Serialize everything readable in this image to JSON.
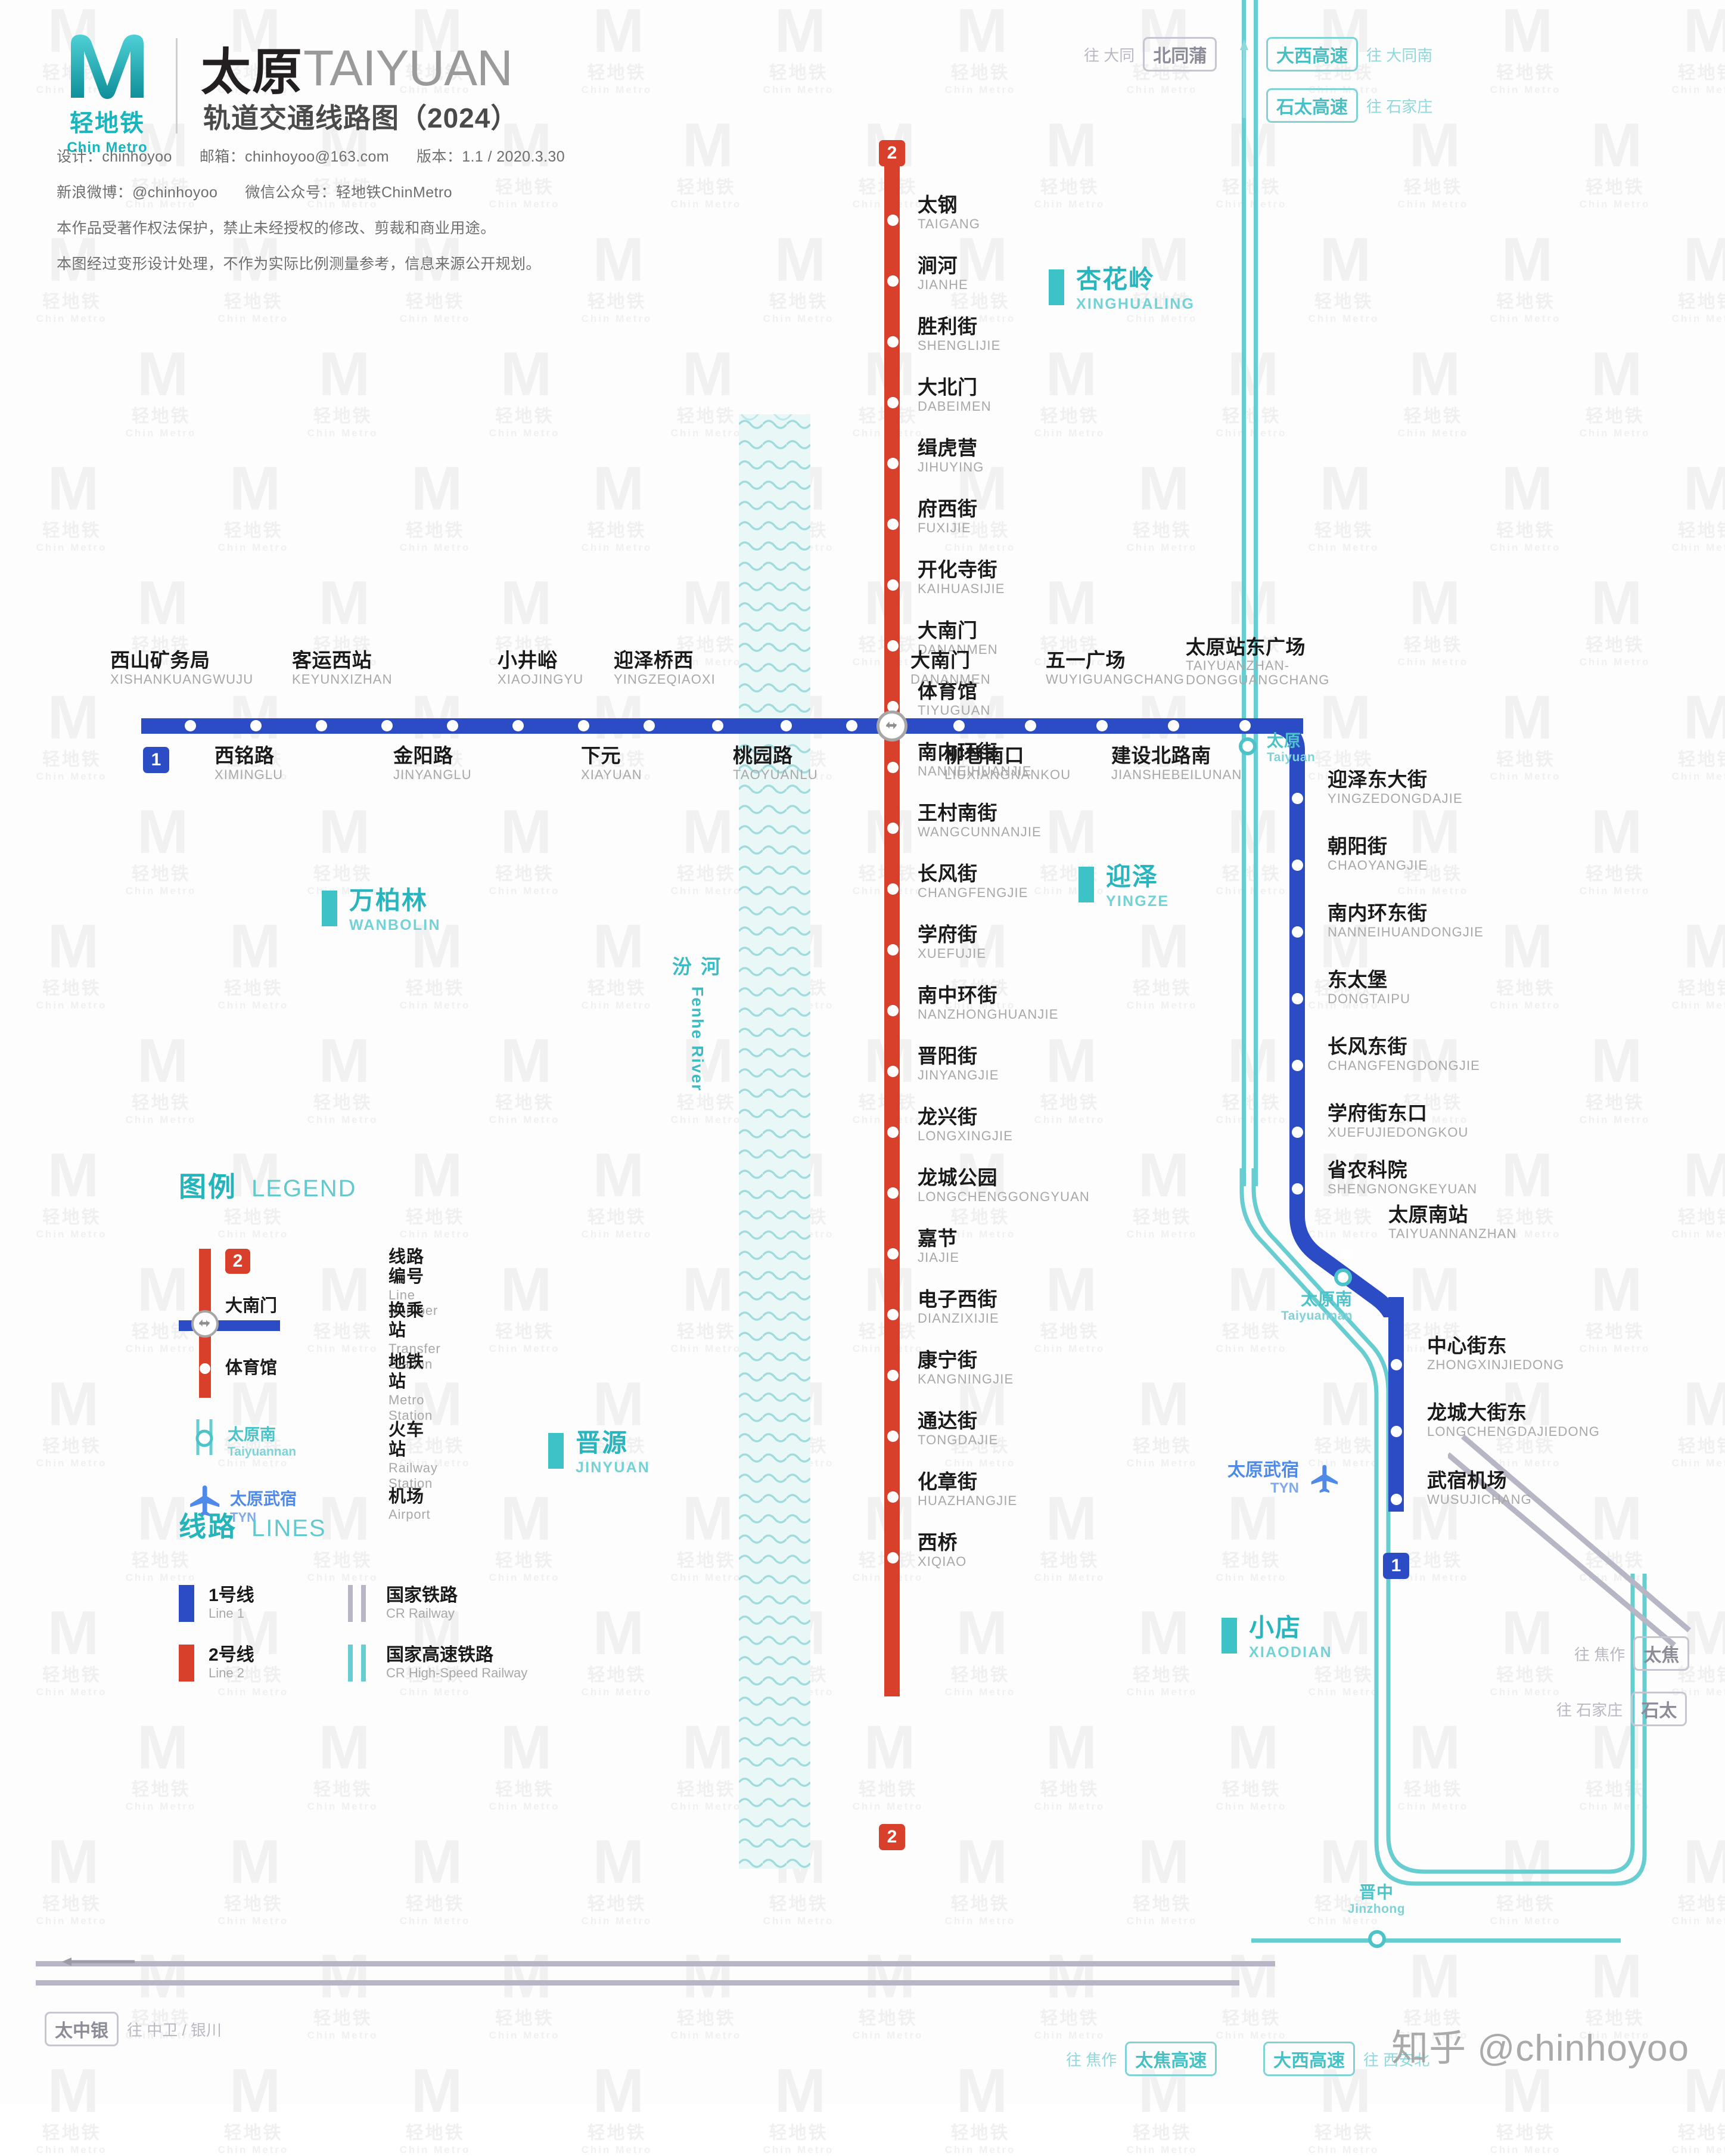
{
  "brand": {
    "logo_cn": "轻地铁",
    "logo_en": "Chin Metro"
  },
  "header": {
    "title_cn": "太原",
    "title_en": "TAIYUAN",
    "subtitle": "轨道交通线路图（2024）"
  },
  "credits": {
    "designer_label": "设计：chinhoyoo",
    "email_label": "邮箱：chinhoyoo@163.com",
    "version_label": "版本：1.1 / 2020.3.30",
    "weibo_label": "新浪微博：@chinhoyoo",
    "wechat_label": "微信公众号：轻地铁ChinMetro",
    "copyright_line": "本作品受著作权法保护，禁止未经授权的修改、剪裁和商业用途。",
    "disclaimer_line": "本图经过变形设计处理，不作为实际比例测量参考，信息来源公开规划。"
  },
  "colors": {
    "line1": "#2b4cc4",
    "line2": "#d9402b",
    "accent": "#29b5bd",
    "cr_railway": "#b6b6c4",
    "cr_highspeed": "#67cdd0"
  },
  "lines": {
    "line1_badge": "1",
    "line2_badge": "2"
  },
  "line2_stations": [
    {
      "cn": "太钢",
      "en": "TAIGANG"
    },
    {
      "cn": "涧河",
      "en": "JIANHE"
    },
    {
      "cn": "胜利街",
      "en": "SHENGLIJIE"
    },
    {
      "cn": "大北门",
      "en": "DABEIMEN"
    },
    {
      "cn": "缉虎营",
      "en": "JIHUYING"
    },
    {
      "cn": "府西街",
      "en": "FUXIJIE"
    },
    {
      "cn": "开化寺街",
      "en": "KAIHUASIJIE"
    },
    {
      "cn": "大南门",
      "en": "DANANMEN"
    },
    {
      "cn": "体育馆",
      "en": "TIYUGUAN"
    },
    {
      "cn": "南内环街",
      "en": "NANNEIHUANJIE"
    },
    {
      "cn": "王村南街",
      "en": "WANGCUNNANJIE"
    },
    {
      "cn": "长风街",
      "en": "CHANGFENGJIE"
    },
    {
      "cn": "学府街",
      "en": "XUEFUJIE"
    },
    {
      "cn": "南中环街",
      "en": "NANZHONGHUANJIE"
    },
    {
      "cn": "晋阳街",
      "en": "JINYANGJIE"
    },
    {
      "cn": "龙兴街",
      "en": "LONGXINGJIE"
    },
    {
      "cn": "龙城公园",
      "en": "LONGCHENGGONGYUAN"
    },
    {
      "cn": "嘉节",
      "en": "JIAJIE"
    },
    {
      "cn": "电子西街",
      "en": "DIANZIXIJIE"
    },
    {
      "cn": "康宁街",
      "en": "KANGNINGJIE"
    },
    {
      "cn": "通达街",
      "en": "TONGDAJIE"
    },
    {
      "cn": "化章街",
      "en": "HUAZHANGJIE"
    },
    {
      "cn": "西桥",
      "en": "XIQIAO"
    }
  ],
  "line1_above_stations": [
    {
      "cn": "西山矿务局",
      "en": "XISHANKUANGWUJU"
    },
    {
      "cn": "客运西站",
      "en": "KEYUNXIZHAN"
    },
    {
      "cn": "小井峪",
      "en": "XIAOJINGYU"
    },
    {
      "cn": "迎泽桥西",
      "en": "YINGZEQIAOXI"
    },
    {
      "cn": "大南门",
      "en": "DANANMEN"
    },
    {
      "cn": "五一广场",
      "en": "WUYIGUANGCHANG"
    },
    {
      "cn": "太原站东广场",
      "en": "TAIYUANZHAN-",
      "en2": "DONGGUANGCHANG"
    }
  ],
  "line1_below_stations": [
    {
      "cn": "西铭路",
      "en": "XIMINGLU"
    },
    {
      "cn": "金阳路",
      "en": "JINYANGLU"
    },
    {
      "cn": "下元",
      "en": "XIAYUAN"
    },
    {
      "cn": "桃园路",
      "en": "TAOYUANLU"
    },
    {
      "cn": "柳巷南口",
      "en": "LIUXIANGNANKOU"
    },
    {
      "cn": "建设北路南",
      "en": "JIANSHEBEILUNAN"
    }
  ],
  "line1_east_stations": [
    {
      "cn": "迎泽东大街",
      "en": "YINGZEDONGDAJIE"
    },
    {
      "cn": "朝阳街",
      "en": "CHAOYANGJIE"
    },
    {
      "cn": "南内环东街",
      "en": "NANNEIHUANDONGJIE"
    },
    {
      "cn": "东太堡",
      "en": "DONGTAIPU"
    },
    {
      "cn": "长风东街",
      "en": "CHANGFENGDONGJIE"
    },
    {
      "cn": "学府街东口",
      "en": "XUEFUJIEDONGKOU"
    },
    {
      "cn": "省农科院",
      "en": "SHENGNONGKEYUAN"
    },
    {
      "cn": "太原南站",
      "en": "TAIYUANNANZHAN"
    },
    {
      "cn": "中心街东",
      "en": "ZHONGXINJIEDONG"
    },
    {
      "cn": "龙城大街东",
      "en": "LONGCHENGDAJIEDONG"
    },
    {
      "cn": "武宿机场",
      "en": "WUSUJICHANG"
    }
  ],
  "districts": [
    {
      "cn": "杏花岭",
      "en": "XINGHUALING"
    },
    {
      "cn": "万柏林",
      "en": "WANBOLIN"
    },
    {
      "cn": "迎泽",
      "en": "YINGZE"
    },
    {
      "cn": "晋源",
      "en": "JINYUAN"
    },
    {
      "cn": "小店",
      "en": "XIAODIAN"
    }
  ],
  "river": {
    "cn": "汾 河",
    "en": "Fenhe River"
  },
  "legend": {
    "title_cn": "图例",
    "title_en": "LEGEND",
    "items": [
      {
        "cn": "线路编号",
        "en": "Line Number"
      },
      {
        "cn": "换乘站",
        "en": "Transfer Station"
      },
      {
        "cn": "地铁站",
        "en": "Metro Station"
      },
      {
        "cn": "火车站",
        "en": "Railway Station"
      },
      {
        "cn": "机场",
        "en": "Airport"
      }
    ],
    "sample_badge": "2",
    "sample_transfer_station": "大南门",
    "sample_metro_station": "体育馆",
    "sample_railway_cn": "太原南",
    "sample_railway_en": "Taiyuannan",
    "sample_airport_cn": "太原武宿",
    "sample_airport_en": "TYN"
  },
  "lines_legend": {
    "title_cn": "线路",
    "title_en": "LINES",
    "items": [
      {
        "cn": "1号线",
        "en": "Line 1",
        "color": "#2b4cc4"
      },
      {
        "cn": "2号线",
        "en": "Line 2",
        "color": "#d9402b"
      },
      {
        "cn": "国家铁路",
        "en": "CR Railway",
        "color": "#b6b6c4"
      },
      {
        "cn": "国家高速铁路",
        "en": "CR High-Speed Railway",
        "color": "#67cdd0"
      }
    ]
  },
  "railway_tags": [
    {
      "to": "往 大同",
      "box": "北同蒲",
      "type": "normal"
    },
    {
      "box": "大西高速",
      "to": "往 大同南",
      "type": "hs"
    },
    {
      "box": "石太高速",
      "to": "往 石家庄",
      "type": "hs"
    },
    {
      "to": "往 焦作",
      "box": "太焦",
      "type": "normal"
    },
    {
      "to": "往 石家庄",
      "box": "石太",
      "type": "normal"
    },
    {
      "box": "太中银",
      "to": "往 中卫 / 银川",
      "type": "normal"
    },
    {
      "to": "往 焦作",
      "box": "太焦高速",
      "type": "hs"
    },
    {
      "box": "大西高速",
      "to": "往 西安北",
      "type": "hs"
    }
  ],
  "rail_nodes": [
    {
      "cn": "太原",
      "en": "Taiyuan"
    },
    {
      "cn": "太原南",
      "en": "Taiyuannan"
    },
    {
      "cn": "晋中",
      "en": "Jinzhong"
    }
  ],
  "airport_marker": {
    "cn": "太原武宿",
    "en": "TYN"
  },
  "watermark": {
    "cn": "轻地铁",
    "en": "Chin Metro",
    "glyph": "M"
  },
  "footer_credit": "知乎 @chinhoyoo"
}
